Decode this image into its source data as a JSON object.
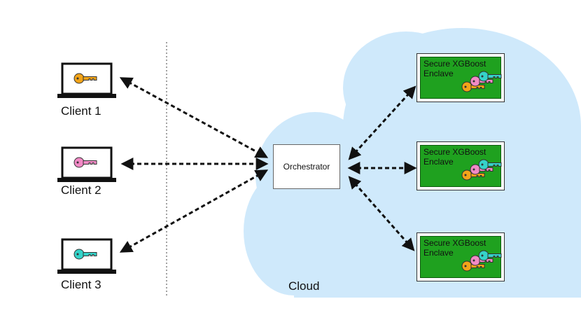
{
  "clients": [
    {
      "label": "Client 1",
      "key_color": "#f2a419"
    },
    {
      "label": "Client 2",
      "key_color": "#f28ac6"
    },
    {
      "label": "Client 3",
      "key_color": "#35d3c9"
    }
  ],
  "orchestrator": {
    "label": "Orchestrator"
  },
  "cloud": {
    "label": "Cloud",
    "color": "#cfe9fb"
  },
  "enclaves": [
    {
      "title": "Secure XGBoost\nEnclave",
      "fill": "#1fa11f"
    },
    {
      "title": "Secure XGBoost\nEnclave",
      "fill": "#1fa11f"
    },
    {
      "title": "Secure XGBoost\nEnclave",
      "fill": "#1fa11f"
    }
  ],
  "enclave_keys": [
    "#f2a419",
    "#f28ac6",
    "#35d3c9"
  ],
  "icons": {
    "client": "laptop-icon",
    "key": "key-icon"
  }
}
